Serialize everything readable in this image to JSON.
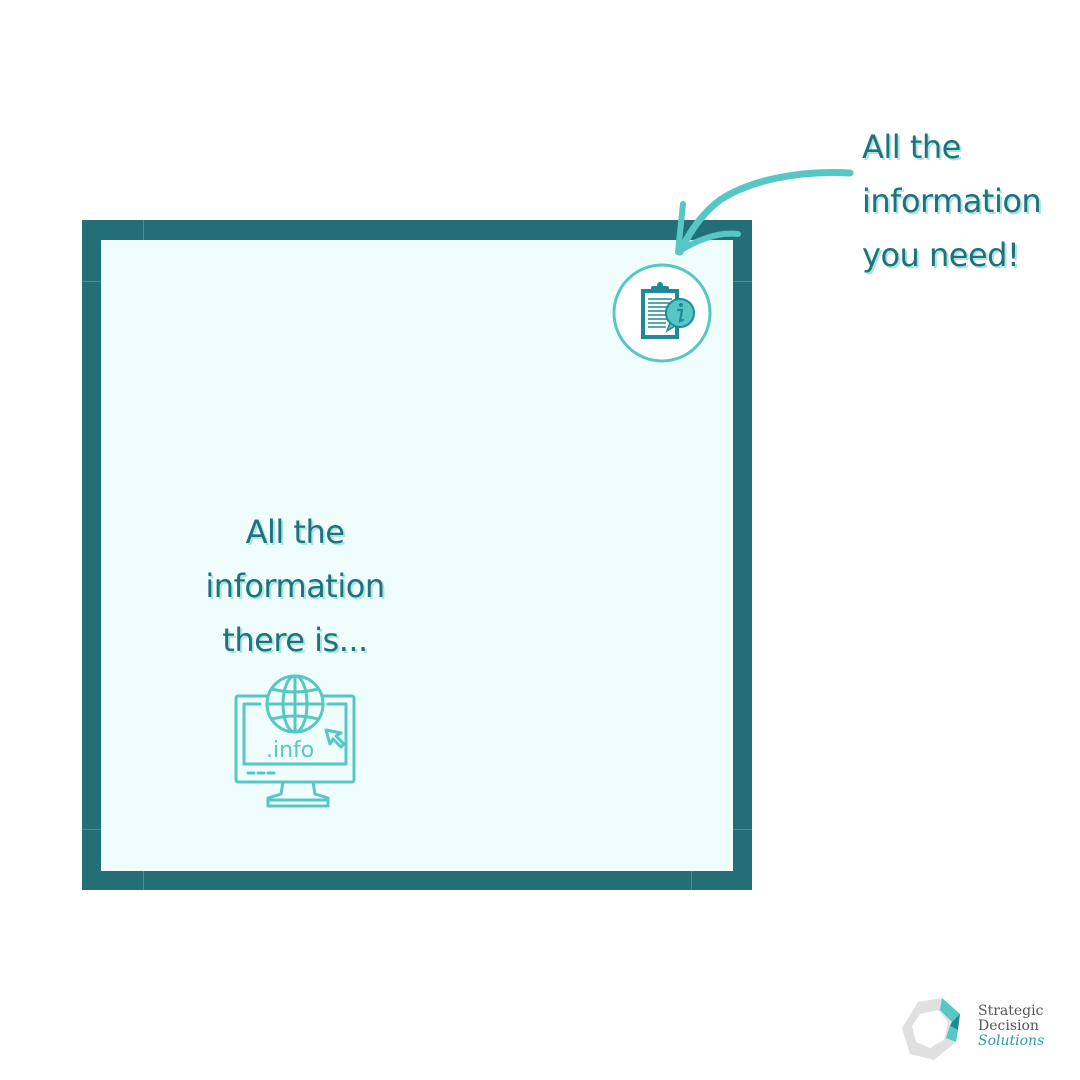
{
  "left_panel": {
    "lines": [
      "All the",
      "information",
      "there is..."
    ],
    "icon": "computer-globe-info-icon",
    "icon_label": ".info"
  },
  "callout": {
    "lines": [
      "All the",
      "information",
      "you need!"
    ],
    "icon": "clipboard-info-icon",
    "arrow": "curved-arrow-icon"
  },
  "logo": {
    "line1": "Strategic",
    "line2": "Decision",
    "line3": "Solutions",
    "mark": "hexagon-logo-icon"
  },
  "colors": {
    "frame": "#236e77",
    "frame_fill": "#effdfd",
    "accent": "#57c7c5",
    "text": "#22707a",
    "text_shadow": "#a8e6e6"
  }
}
